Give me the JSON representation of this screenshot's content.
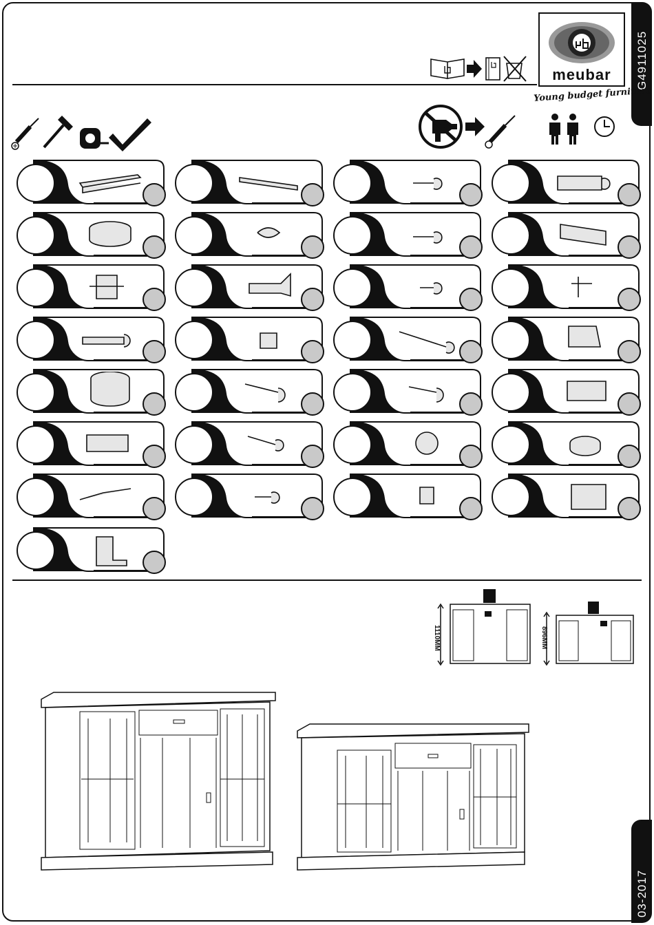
{
  "document": {
    "article_code": "G4911025",
    "date_code": "03-2017",
    "brand": "meubar",
    "tagline": "Young budget furniture"
  },
  "tools": [
    "screwdriver-icon",
    "hammer-icon",
    "tape-measure-icon",
    "set-square-icon"
  ],
  "notices": [
    "no-power-drill-icon",
    "two-persons-icon",
    "clock-icon"
  ],
  "parts": [
    {
      "icon": "drawer-runner-left"
    },
    {
      "icon": "drawer-runner-right"
    },
    {
      "icon": "short-screw"
    },
    {
      "icon": "long-coarse-screw"
    },
    {
      "icon": "felt-pad"
    },
    {
      "icon": "wooden-dowel"
    },
    {
      "icon": "chipboard-screw"
    },
    {
      "icon": "plastic-profile"
    },
    {
      "icon": "hinge-plate"
    },
    {
      "icon": "concealed-hinge"
    },
    {
      "icon": "euro-screw"
    },
    {
      "icon": "shelf-support"
    },
    {
      "icon": "cam-bolt"
    },
    {
      "icon": "cam-lock"
    },
    {
      "icon": "long-thin-screw"
    },
    {
      "icon": "glass-clip"
    },
    {
      "icon": "adjustable-foot"
    },
    {
      "icon": "flange-screw-long"
    },
    {
      "icon": "flange-screw-short"
    },
    {
      "icon": "connector-block"
    },
    {
      "icon": "back-panel-connector"
    },
    {
      "icon": "wood-screw"
    },
    {
      "icon": "nut-washer"
    },
    {
      "icon": "round-washer"
    },
    {
      "icon": "led-cable"
    },
    {
      "icon": "short-flange-screw"
    },
    {
      "icon": "knurled-insert"
    },
    {
      "icon": "wall-bracket"
    },
    {
      "icon": "angle-bracket"
    }
  ],
  "dimensions": {
    "height_tall": "1110MM",
    "height_short": "896MM"
  }
}
